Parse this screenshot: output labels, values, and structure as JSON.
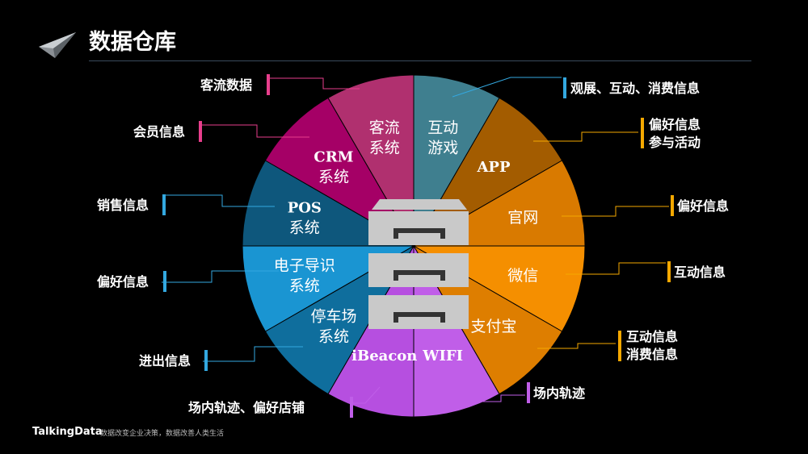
{
  "title": "数据仓库",
  "footer": {
    "brand": "TalkingData",
    "slogan": "数据改变企业决策，数据改善人类生活"
  },
  "segments": [
    {
      "id": "hudong",
      "lines": [
        "互动",
        "游戏"
      ],
      "color": "#3f7f8f",
      "serif": false
    },
    {
      "id": "app",
      "lines": [
        "APP"
      ],
      "color": "#a35c00",
      "serif": true
    },
    {
      "id": "guanwang",
      "lines": [
        "官网"
      ],
      "color": "#d97a00",
      "serif": false
    },
    {
      "id": "weixin",
      "lines": [
        "微信"
      ],
      "color": "#f58f00",
      "serif": false
    },
    {
      "id": "zhifubao",
      "lines": [
        "支付宝"
      ],
      "color": "#de7e00",
      "serif": false
    },
    {
      "id": "wifi",
      "lines": [
        "WIFI"
      ],
      "color": "#c05ee8",
      "serif": true
    },
    {
      "id": "ibeacon",
      "lines": [
        "iBeacon"
      ],
      "color": "#b64fe0",
      "serif": true
    },
    {
      "id": "tingche",
      "lines": [
        "停车场",
        "系统"
      ],
      "color": "#0f6e9d",
      "serif": false
    },
    {
      "id": "daoshi",
      "lines": [
        "电子导识",
        "系统"
      ],
      "color": "#1a95d2",
      "serif": false
    },
    {
      "id": "pos",
      "lines": [
        "POS",
        "系统"
      ],
      "color": "#0e577c",
      "serif": true
    },
    {
      "id": "crm",
      "lines": [
        "CRM",
        "系统"
      ],
      "color": "#a50066",
      "serif": true
    },
    {
      "id": "keliu",
      "lines": [
        "客流",
        "系统"
      ],
      "color": "#b0306f",
      "serif": false
    }
  ],
  "callouts": [
    {
      "id": "guanzhan",
      "lines": [
        "观展、互动、消费信息"
      ],
      "color": "#33a8e0"
    },
    {
      "id": "pianhao-app",
      "lines": [
        "偏好信息",
        "参与活动"
      ],
      "color": "#f5a800"
    },
    {
      "id": "pianhao-web",
      "lines": [
        "偏好信息"
      ],
      "color": "#f5a800"
    },
    {
      "id": "hudong-wx",
      "lines": [
        "互动信息"
      ],
      "color": "#f5a800"
    },
    {
      "id": "hudong-zfb",
      "lines": [
        "互动信息",
        "消费信息"
      ],
      "color": "#f5a800"
    },
    {
      "id": "changnei",
      "lines": [
        "场内轨迹"
      ],
      "color": "#c05ee8"
    },
    {
      "id": "changnei-pianhao",
      "lines": [
        "场内轨迹、偏好店铺"
      ],
      "color": "#c05ee8"
    },
    {
      "id": "jinchu",
      "lines": [
        "进出信息"
      ],
      "color": "#33a8e0"
    },
    {
      "id": "pianhao-guide",
      "lines": [
        "偏好信息"
      ],
      "color": "#33a8e0"
    },
    {
      "id": "xiaoshou",
      "lines": [
        "销售信息"
      ],
      "color": "#33a8e0"
    },
    {
      "id": "huiyuan",
      "lines": [
        "会员信息"
      ],
      "color": "#e83e8c"
    },
    {
      "id": "keliu-data",
      "lines": [
        "客流数据"
      ],
      "color": "#e83e8c"
    }
  ]
}
